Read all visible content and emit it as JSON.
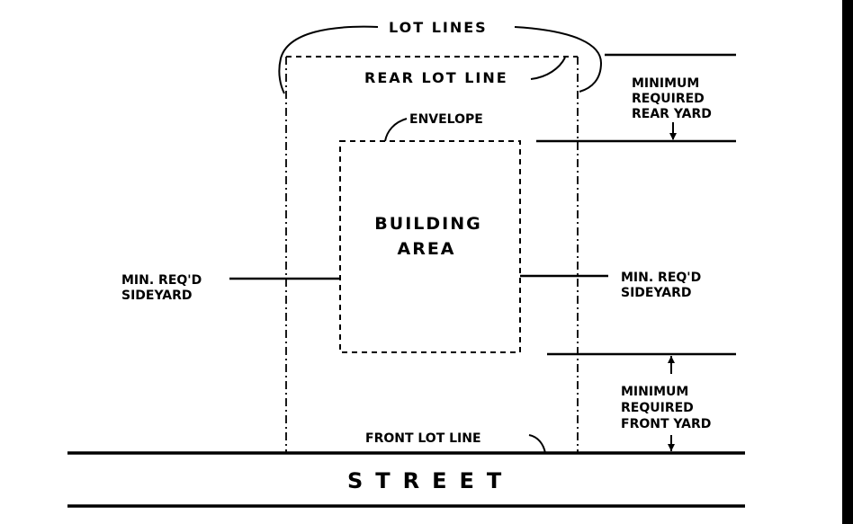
{
  "labels": {
    "lot_lines": "LOT LINES",
    "rear_lot_line": "REAR LOT LINE",
    "envelope": "ENVELOPE",
    "building_area_line1": "BUILDING",
    "building_area_line2": "AREA",
    "min_rear_yard_line1": "MINIMUM",
    "min_rear_yard_line2": "REQUIRED",
    "min_rear_yard_line3": "REAR YARD",
    "left_sideyard_line1": "MIN. REQ'D",
    "left_sideyard_line2": "SIDEYARD",
    "right_sideyard_line1": "MIN. REQ'D",
    "right_sideyard_line2": "SIDEYARD",
    "min_front_yard_line1": "MINIMUM",
    "min_front_yard_line2": "REQUIRED",
    "min_front_yard_line3": "FRONT YARD",
    "front_lot_line": "FRONT LOT LINE",
    "street": "STREET"
  }
}
